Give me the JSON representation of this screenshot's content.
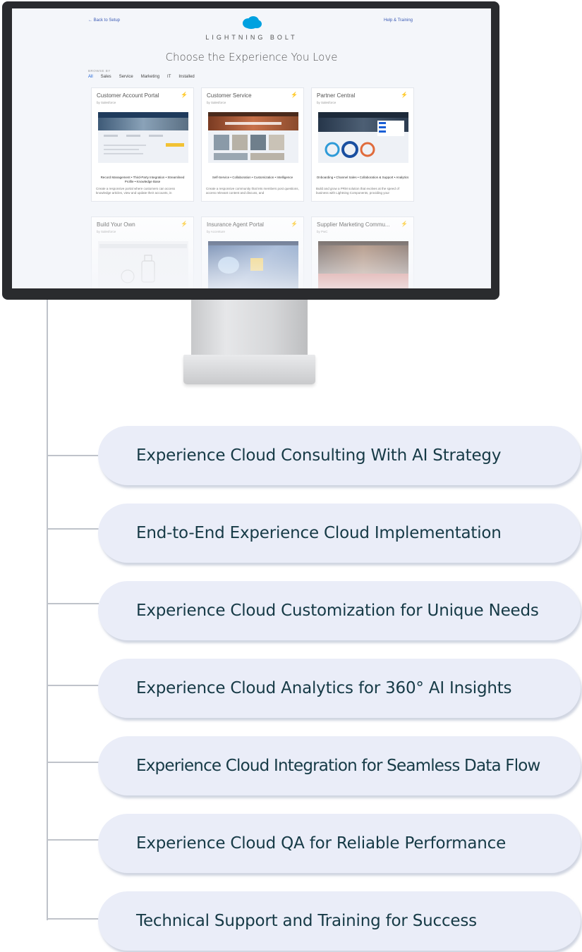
{
  "screen": {
    "back_link": "← Back to Setup",
    "help_link": "Help & Training",
    "brand": "LIGHTNING BOLT",
    "headline": "Choose the Experience You Love",
    "browse_label": "BROWSE BY",
    "filters": [
      "All",
      "Sales",
      "Service",
      "Marketing",
      "IT",
      "Installed"
    ],
    "cards": [
      {
        "title": "Customer Account Portal",
        "by": "by Salesforce",
        "tags": "Record Management • Third-Party Integration • Streamlined Profile • Knowledge Base",
        "desc": "Create a responsive portal where customers can access knowledge articles, view and update their accounts, in"
      },
      {
        "title": "Customer Service",
        "by": "by Salesforce",
        "tags": "Self-Service • Collaboration • Customization • Intelligence",
        "desc": "Create a responsive community that lets members post questions, access relevant content and discuss, and"
      },
      {
        "title": "Partner Central",
        "by": "by Salesforce",
        "tags": "Onboarding • Channel Sales • Collaboration & Support • Analytics",
        "desc": "Build and grow a PRM solution that evolves at the speed of business with Lightning Components, providing your"
      },
      {
        "title": "Build Your Own",
        "by": "by Salesforce",
        "tags": "",
        "desc": ""
      },
      {
        "title": "Insurance Agent Portal",
        "by": "by Accenture",
        "tags": "",
        "desc": ""
      },
      {
        "title": "Supplier Marketing Commu...",
        "by": "by PwC",
        "tags": "",
        "desc": ""
      }
    ]
  },
  "services": [
    "Experience Cloud Consulting With AI Strategy",
    "End-to-End Experience Cloud Implementation",
    "Experience Cloud Customization for Unique Needs",
    "Experience Cloud Analytics for 360° AI Insights",
    "Experience Cloud Integration for Seamless Data Flow",
    "Experience Cloud QA for Reliable Performance",
    "Technical Support and Training for Success"
  ],
  "colors": {
    "pill_bg": "#eaedf8",
    "pill_text": "#163a46",
    "connector": "#bfc3ca",
    "salesforce_blue": "#00a1e0"
  },
  "icons": [
    "salesforce-cloud-icon",
    "lightning-bolt-icon"
  ]
}
